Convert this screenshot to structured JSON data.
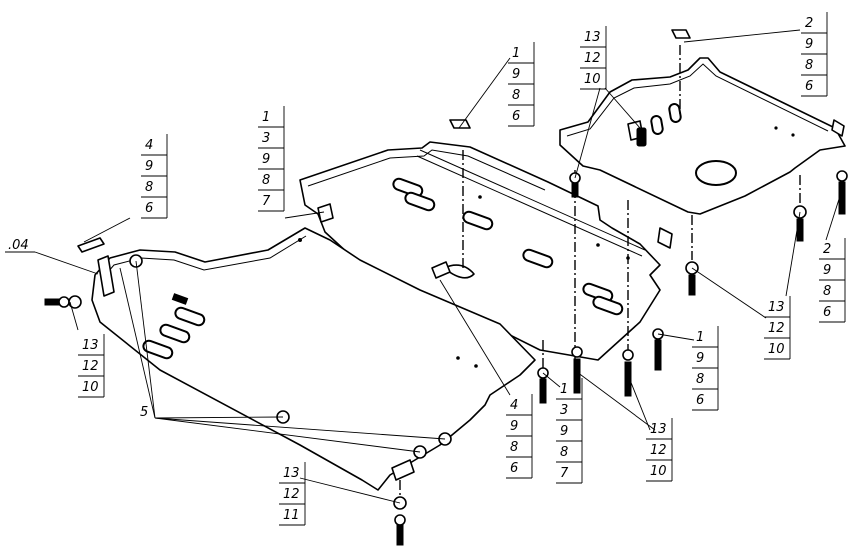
{
  "stacks": [
    {
      "id": "stack-top-right",
      "items": [
        "2",
        "9",
        "8",
        "6"
      ]
    },
    {
      "id": "stack-top-center",
      "items": [
        "1",
        "9",
        "8",
        "6"
      ]
    },
    {
      "id": "stack-tr-fastener",
      "items": [
        "13",
        "12",
        "10"
      ]
    },
    {
      "id": "stack-left-mid",
      "items": [
        "1",
        "3",
        "9",
        "8",
        "7"
      ]
    },
    {
      "id": "stack-left",
      "items": [
        "4",
        "9",
        "8",
        "6"
      ]
    },
    {
      "id": "stack-left-bolt",
      "items": [
        "13",
        "12",
        "10"
      ]
    },
    {
      "id": "stack-right-side",
      "items": [
        "2",
        "9",
        "8",
        "6"
      ]
    },
    {
      "id": "stack-right-low",
      "items": [
        "13",
        "12",
        "10"
      ]
    },
    {
      "id": "stack-right-mid",
      "items": [
        "1",
        "9",
        "8",
        "6"
      ]
    },
    {
      "id": "stack-bottom-center-left",
      "items": [
        "4",
        "9",
        "8",
        "6"
      ]
    },
    {
      "id": "stack-bottom-center",
      "items": [
        "1",
        "3",
        "9",
        "8",
        "7"
      ]
    },
    {
      "id": "stack-bottom-right",
      "items": [
        "13",
        "12",
        "10"
      ]
    },
    {
      "id": "stack-bottom",
      "items": [
        "13",
        "12",
        "11"
      ]
    }
  ],
  "singles": {
    "part_04": ".04",
    "part_5": "5"
  }
}
